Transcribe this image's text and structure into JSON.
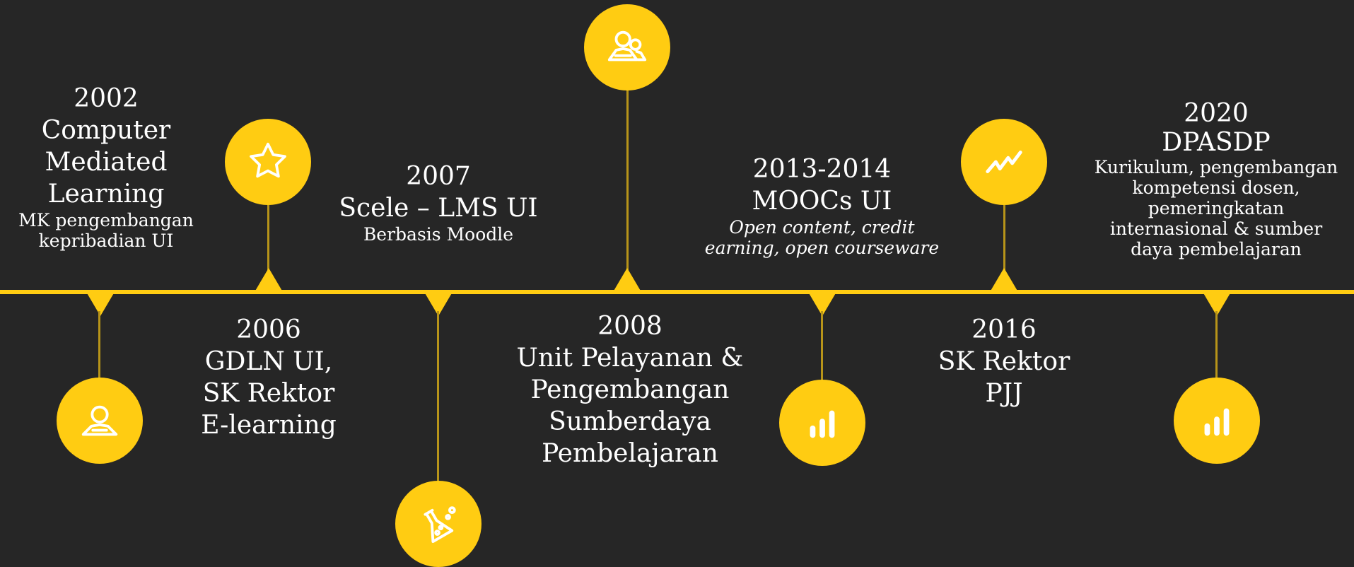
{
  "colors": {
    "background": "#262626",
    "accent": "#FFCC12",
    "stem": "#B79419",
    "text": "#FFFFFF"
  },
  "events": [
    {
      "year": "2002",
      "title_lines": [
        "Computer",
        "Mediated",
        "Learning"
      ],
      "sub_lines": [
        "MK pengembangan",
        "kepribadian UI"
      ],
      "icon": "user-icon"
    },
    {
      "year": "2006",
      "title_lines": [
        "GDLN UI,",
        "SK Rektor",
        "E-learning"
      ],
      "sub_lines": [],
      "icon": "star-icon"
    },
    {
      "year": "2007",
      "title_lines": [
        "Scele – LMS UI"
      ],
      "sub_lines": [
        "Berbasis Moodle"
      ],
      "icon": "flask-icon"
    },
    {
      "year": "2008",
      "title_lines": [
        "Unit Pelayanan &",
        "Pengembangan",
        "Sumberdaya",
        "Pembelajaran"
      ],
      "sub_lines": [],
      "icon": "users-icon"
    },
    {
      "year": "2013-2014",
      "title_lines": [
        "MOOCs UI"
      ],
      "sub_lines": [
        "Open content, credit",
        "earning, open courseware"
      ],
      "icon": "bar-chart-icon"
    },
    {
      "year": "2016",
      "title_lines": [
        "SK Rektor",
        "PJJ"
      ],
      "sub_lines": [],
      "icon": "trend-icon"
    },
    {
      "year": "2020",
      "title_lines": [
        "DPASDP"
      ],
      "sub_lines": [
        "Kurikulum, pengembangan",
        "kompetensi dosen,",
        "pemeringkatan",
        "internasional & sumber",
        "daya pembelajaran"
      ],
      "icon": "bar-chart-icon"
    }
  ]
}
